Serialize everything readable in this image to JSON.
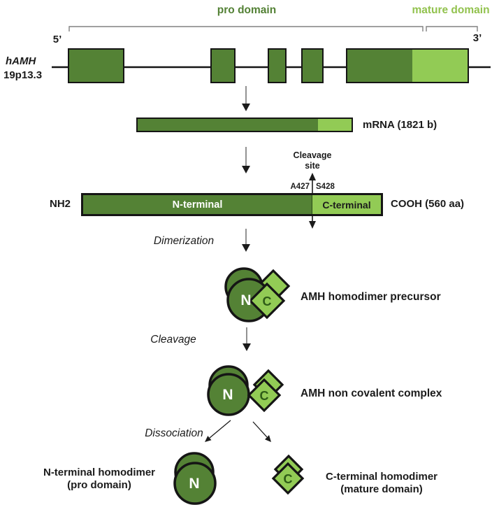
{
  "colors": {
    "dark_green": "#548235",
    "light_green": "#92cb55",
    "pro_text": "#538135",
    "mature_text": "#92c24e",
    "c_letter": "#2e5c17",
    "arrow_gray": "#7f7f7f",
    "bracket_gray": "#808080",
    "ink": "#1b1b1b"
  },
  "header": {
    "pro_domain": "pro domain",
    "mature_domain": "mature domain"
  },
  "gene": {
    "symbol": "hAMH",
    "locus": "19p13.3",
    "five_prime": "5’",
    "three_prime": "3’"
  },
  "mrna": {
    "label": "mRNA (1821 b)"
  },
  "cleavage_annotation": {
    "line1": "Cleavage",
    "line2": "site",
    "residue_left": "A427",
    "residue_right": "S428"
  },
  "protein": {
    "nh2_label": "NH2",
    "n_terminal_label": "N-terminal",
    "c_terminal_label": "C-terminal",
    "cooh_label": "COOH (560 aa)"
  },
  "process_steps": {
    "dimerization": "Dimerization",
    "cleavage": "Cleavage",
    "dissociation": "Dissociation"
  },
  "complexes": {
    "precursor": {
      "label": "AMH homodimer precursor",
      "n_letter": "N",
      "c_letter": "C"
    },
    "noncovalent": {
      "label": "AMH non covalent complex",
      "n_letter": "N",
      "c_letter": "C"
    },
    "n_homodimer": {
      "label_line1": "N-terminal homodimer",
      "label_line2": "(pro domain)",
      "n_letter": "N"
    },
    "c_homodimer": {
      "label_line1": "C-terminal homodimer",
      "label_line2": "(mature domain)",
      "c_letter": "C"
    }
  }
}
